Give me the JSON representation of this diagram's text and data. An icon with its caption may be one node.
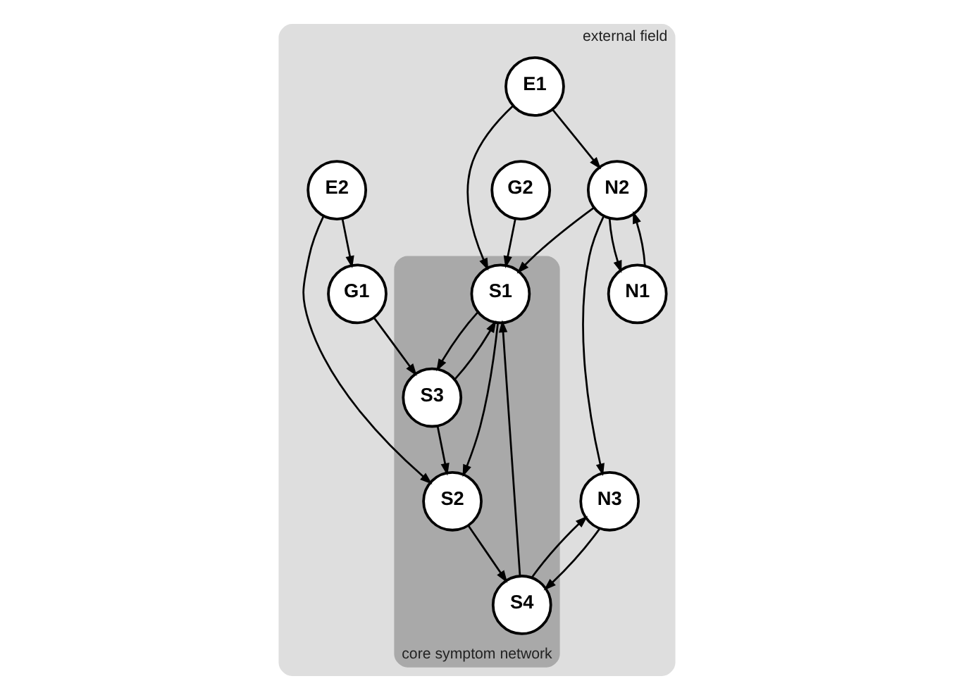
{
  "diagram": {
    "nodes": [
      {
        "text": [
          "external field"
        ]
      },
      {
        "text": [
          "core symptom network"
        ],
        "in": 0
      },
      {
        "text": [
          "S1"
        ],
        "in": 1
      },
      {
        "text": [
          "S2"
        ],
        "in": 1
      },
      {
        "text": [
          "S3"
        ],
        "in": 1
      },
      {
        "text": [
          "S4"
        ],
        "in": 1
      },
      {
        "text": [
          "G2"
        ],
        "in": 0
      },
      {
        "text": [
          "E1"
        ],
        "in": 0
      },
      {
        "text": [
          "E2"
        ],
        "in": 0
      },
      {
        "text": [
          "N2"
        ],
        "in": 0
      },
      {
        "text": [
          "N1"
        ],
        "in": 0
      },
      {
        "text": [
          "N3"
        ],
        "in": 0
      },
      {
        "text": [
          "G1"
        ],
        "in": 0
      }
    ],
    "edges": [
      {
        "from": 6,
        "to": 2,
        "arrow": "to"
      },
      {
        "from": 7,
        "to": 2,
        "arrow": "to"
      },
      {
        "from": 7,
        "to": 9,
        "arrow": "to"
      },
      {
        "from": 9,
        "to": 2,
        "arrow": "to"
      },
      {
        "from": 2,
        "to": 3,
        "arrow": "to"
      },
      {
        "from": 2,
        "to": 4,
        "arrow": "to"
      },
      {
        "from": 4,
        "to": 2,
        "arrow": "to"
      },
      {
        "from": 4,
        "to": 3,
        "arrow": "to"
      },
      {
        "from": 8,
        "to": 3,
        "arrow": "to"
      },
      {
        "from": 8,
        "to": 12,
        "arrow": "to"
      },
      {
        "from": 12,
        "to": 4,
        "arrow": "to"
      },
      {
        "from": 3,
        "to": 5,
        "arrow": "to"
      },
      {
        "from": 5,
        "to": 2,
        "arrow": "to"
      },
      {
        "from": 9,
        "to": 11,
        "arrow": "to"
      },
      {
        "from": 10,
        "to": 9,
        "arrow": "to"
      },
      {
        "from": 9,
        "to": 10,
        "arrow": "to"
      },
      {
        "from": 5,
        "to": 11,
        "arrow": "to"
      },
      {
        "from": 11,
        "to": 5,
        "arrow": "to"
      }
    ]
  }
}
